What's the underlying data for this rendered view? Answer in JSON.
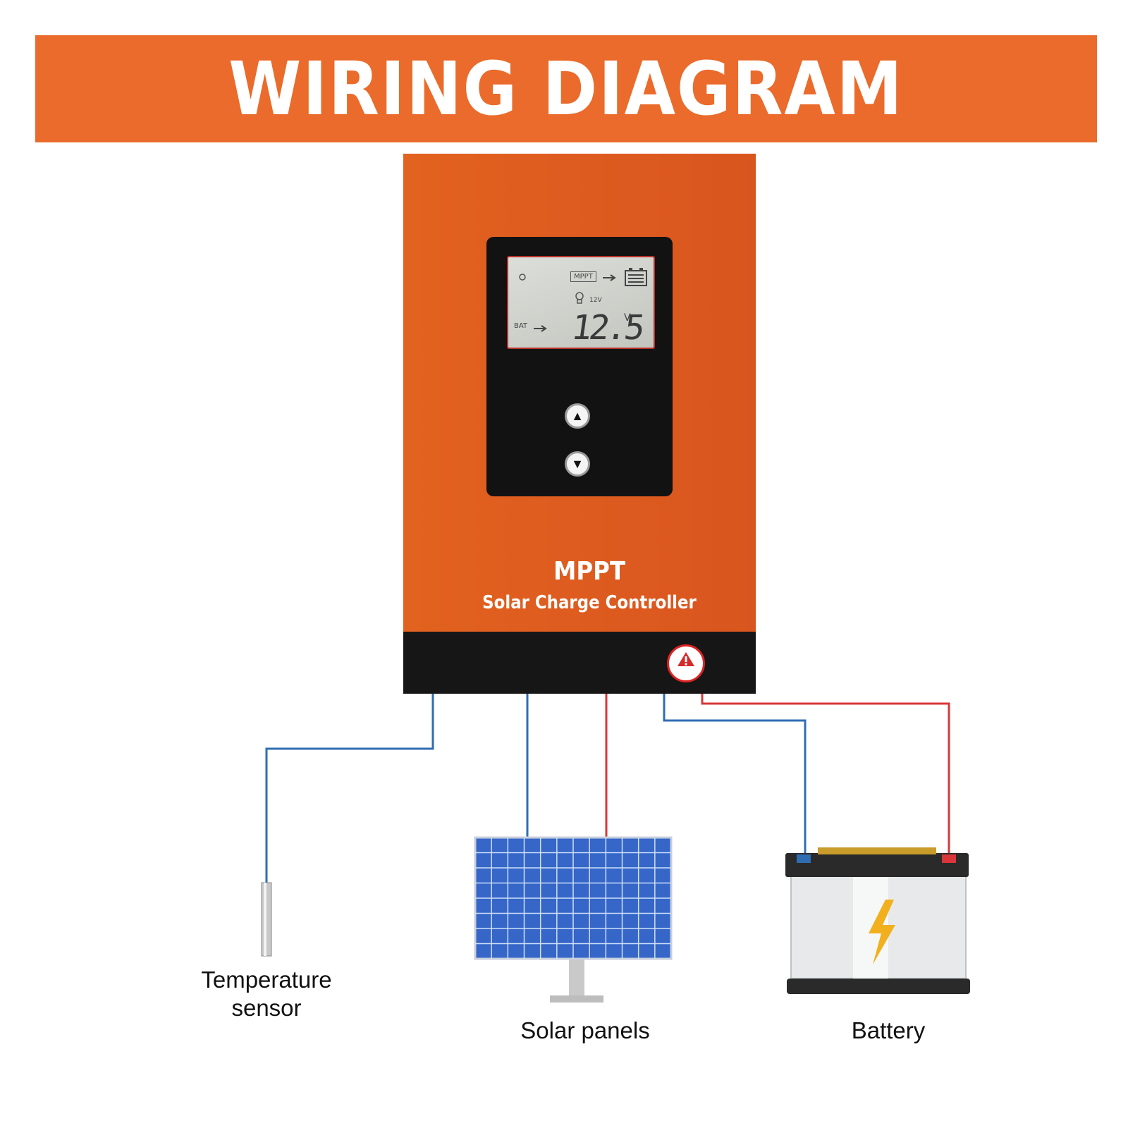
{
  "banner": {
    "title": "WIRING DIAGRAM",
    "color": "#ea6b2b"
  },
  "controller": {
    "color": "#df5a22",
    "lcd": {
      "mppt": "MPPT",
      "voltage_label": "12V",
      "bat_label": "BAT",
      "value": "12.5",
      "unit": "V"
    },
    "brand": "MPPT",
    "subtitle": "Solar Charge Controller"
  },
  "components": {
    "temperature_sensor": {
      "label": "Temperature sensor"
    },
    "solar_panels": {
      "label": "Solar panels"
    },
    "battery": {
      "label": "Battery"
    }
  },
  "wire_colors": {
    "positive": "#d9363a",
    "negative": "#2f6db3"
  }
}
